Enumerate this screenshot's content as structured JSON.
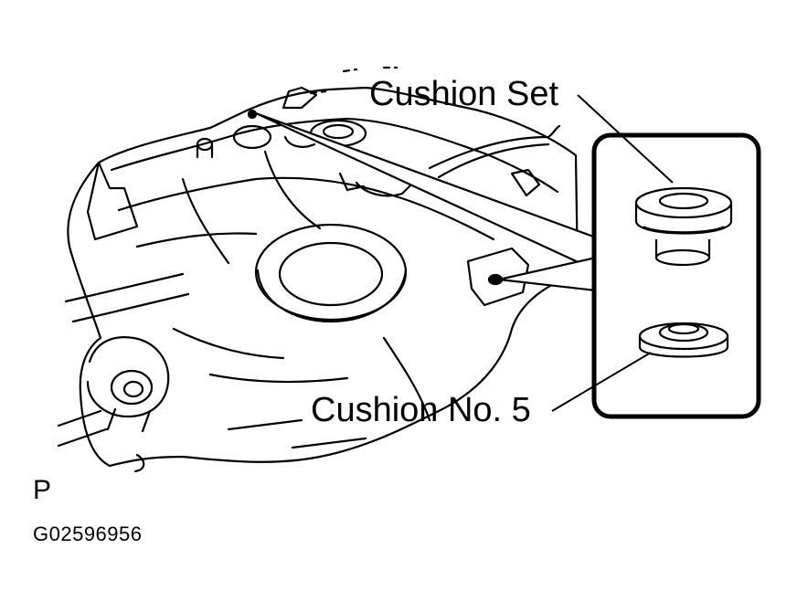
{
  "labels": {
    "cushion_set": "Cushion Set",
    "cushion_no5": "Cushion No. 5"
  },
  "view_code": "P",
  "figure_id": "G02596956"
}
